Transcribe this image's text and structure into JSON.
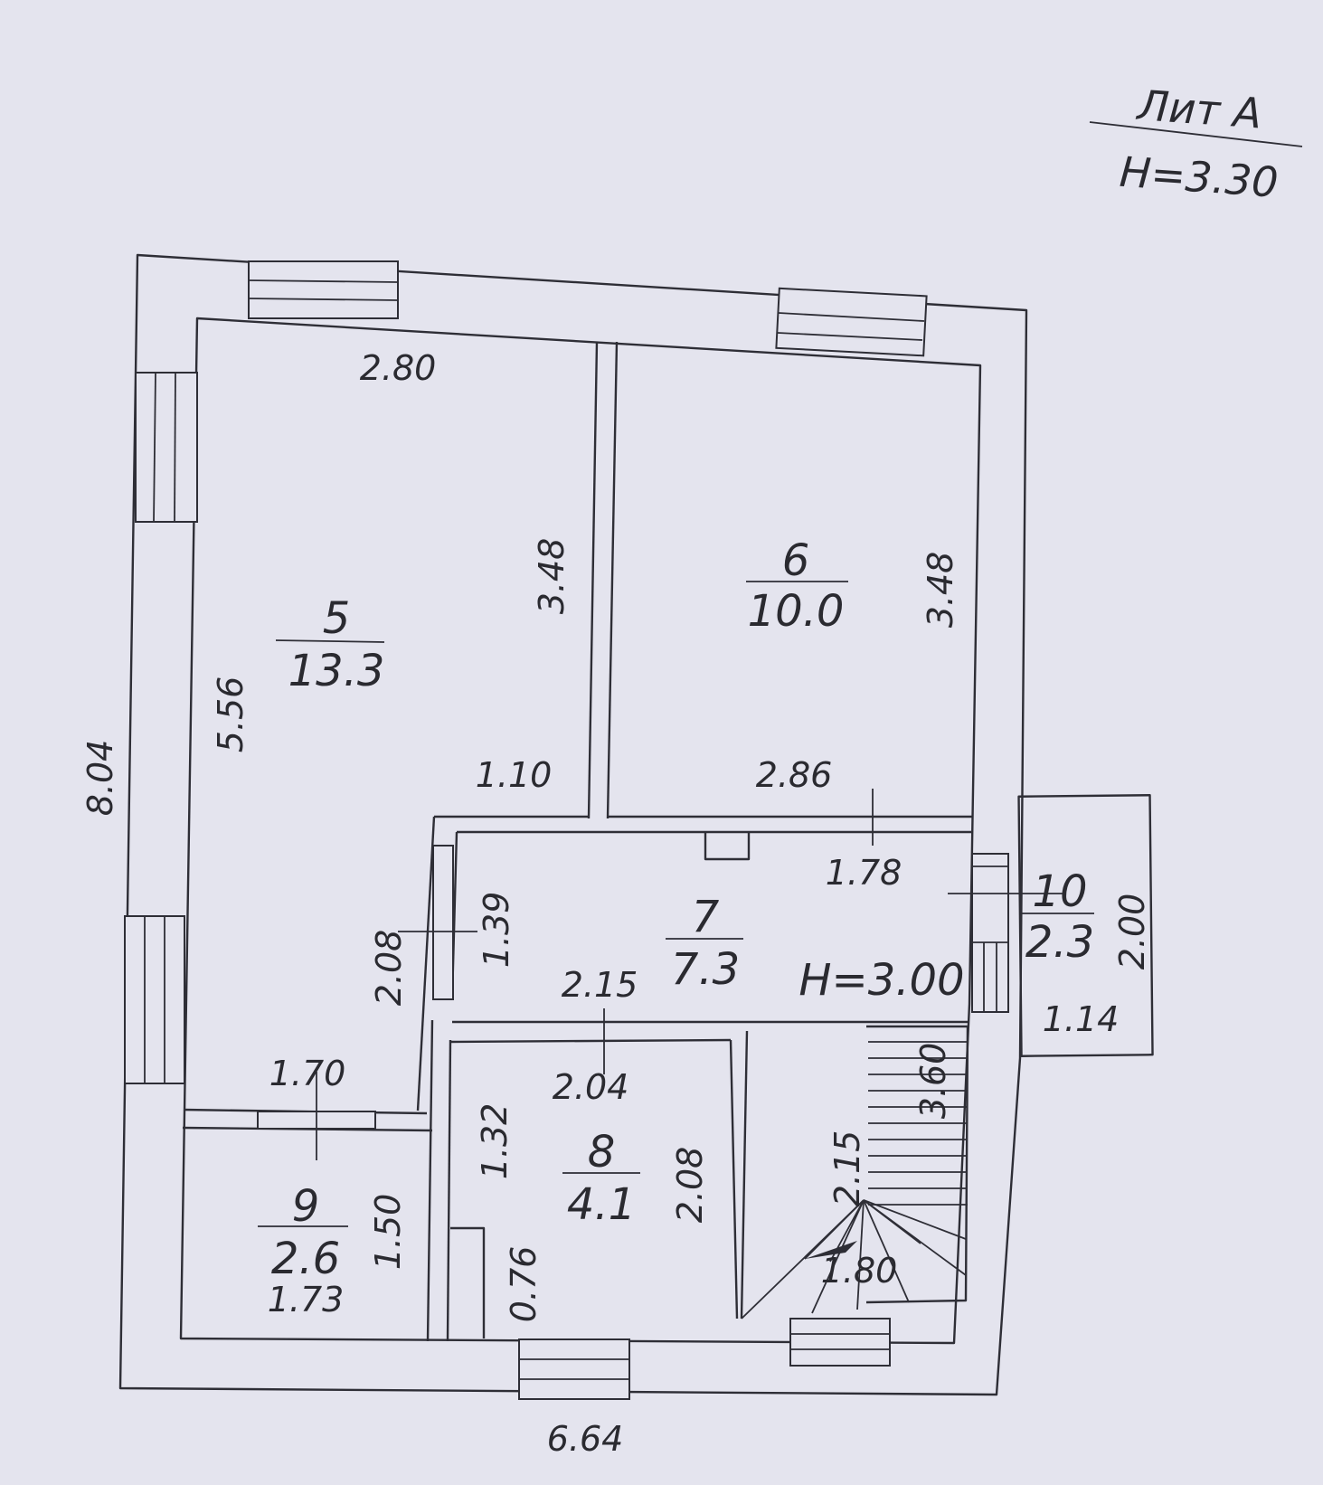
{
  "header": {
    "title": "Лит А",
    "height": "H=3.30"
  },
  "overall": {
    "height": "8.04",
    "width": "6.64"
  },
  "rooms": [
    {
      "no": "5",
      "area": "13.3"
    },
    {
      "no": "6",
      "area": "10.0"
    },
    {
      "no": "7",
      "area": "7.3",
      "height": "H=3.00"
    },
    {
      "no": "8",
      "area": "4.1"
    },
    {
      "no": "9",
      "area": "2.6"
    },
    {
      "no": "10",
      "area": "2.3"
    }
  ],
  "dimensions": {
    "r5_width": "2.80",
    "r5_length": "5.56",
    "r5_right": "3.48",
    "r5_lower": "1.10",
    "r5_bottom": "1.70",
    "r6_right": "3.48",
    "r6_width": "2.86",
    "r7_right": "1.78",
    "r7_left": "1.39",
    "r7_width": "2.15",
    "r7_side": "2.08",
    "r8_width": "2.04",
    "r8_left": "1.32",
    "r8_right": "2.08",
    "r8_niche": "0.76",
    "r9_height": "1.50",
    "r9_width": "1.73",
    "r10_height": "2.00",
    "r10_width": "1.14",
    "stair_len": "3.60",
    "stair_h": "2.15",
    "stair_w": "1.80"
  },
  "colors": {
    "paper": "#e4e4ee",
    "ink": "#2e2e36"
  }
}
